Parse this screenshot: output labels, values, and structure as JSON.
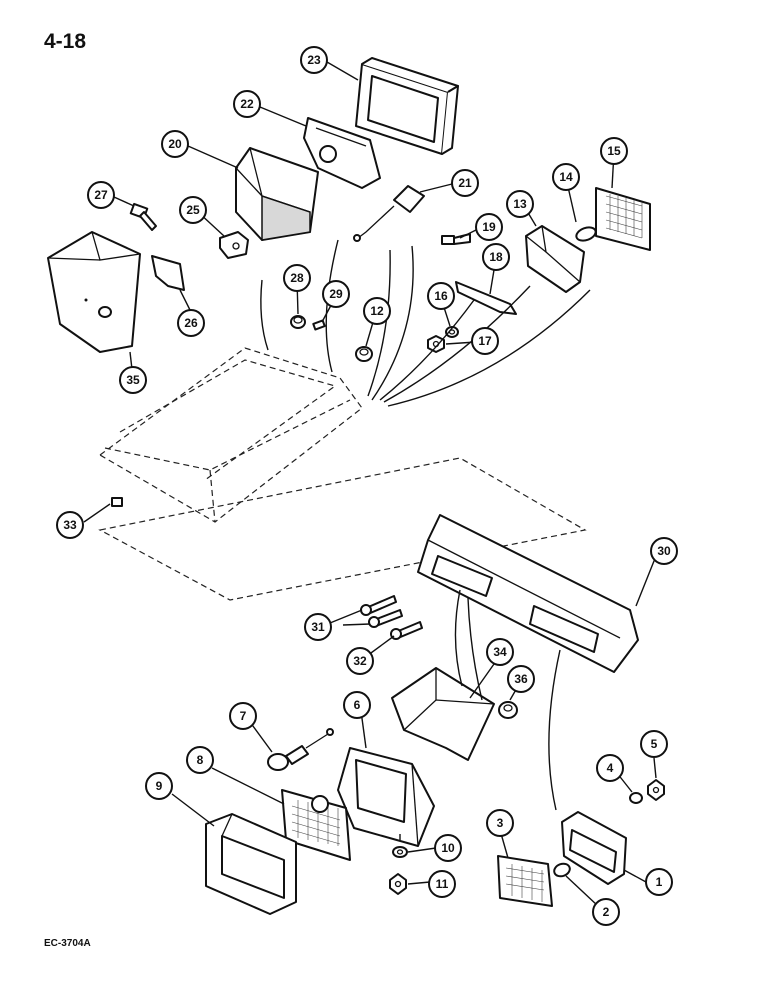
{
  "page": {
    "number": "4-18",
    "figure_code": "EC-3704A"
  },
  "callouts": [
    {
      "label": "23"
    },
    {
      "label": "22"
    },
    {
      "label": "20"
    },
    {
      "label": "21"
    },
    {
      "label": "27"
    },
    {
      "label": "25"
    },
    {
      "label": "19"
    },
    {
      "label": "13"
    },
    {
      "label": "14"
    },
    {
      "label": "15"
    },
    {
      "label": "18"
    },
    {
      "label": "28"
    },
    {
      "label": "29"
    },
    {
      "label": "12"
    },
    {
      "label": "16"
    },
    {
      "label": "17"
    },
    {
      "label": "26"
    },
    {
      "label": "35"
    },
    {
      "label": "33"
    },
    {
      "label": "30"
    },
    {
      "label": "31"
    },
    {
      "label": "32"
    },
    {
      "label": "34"
    },
    {
      "label": "36"
    },
    {
      "label": "7"
    },
    {
      "label": "6"
    },
    {
      "label": "5"
    },
    {
      "label": "4"
    },
    {
      "label": "8"
    },
    {
      "label": "9"
    },
    {
      "label": "10"
    },
    {
      "label": "3"
    },
    {
      "label": "1"
    },
    {
      "label": "11"
    },
    {
      "label": "2"
    }
  ]
}
